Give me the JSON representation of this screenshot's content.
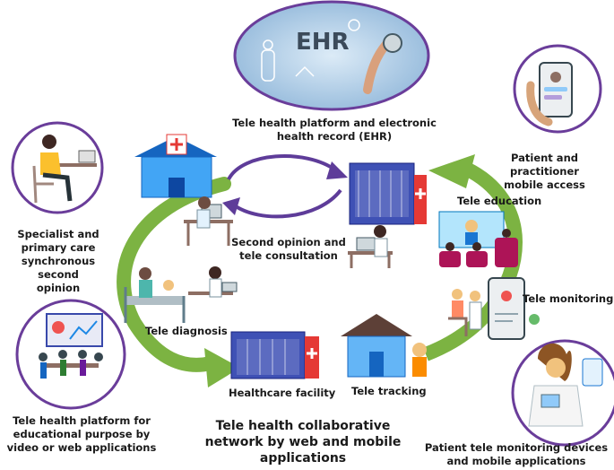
{
  "labels": {
    "ehr_badge": "EHR",
    "ehr_platform": [
      "Tele health platform and electronic",
      "health record (EHR)"
    ],
    "mobile_access": [
      "Patient and practitioner",
      "mobile access"
    ],
    "specialist": [
      "Specialist and",
      "primary care",
      "synchronous second",
      "opinion"
    ],
    "tele_education": "Tele education",
    "second_opinion": [
      "Second opinion and",
      "tele consultation"
    ],
    "tele_diagnosis": "Tele diagnosis",
    "tele_monitoring": "Tele monitoring",
    "healthcare_facility": "Healthcare facility",
    "tele_tracking": "Tele tracking",
    "educational_platform": [
      "Tele health platform for",
      "educational purpose by",
      "video or web applications"
    ],
    "collaborative_network": [
      "Tele health collaborative",
      "network by web and mobile",
      "applications"
    ],
    "monitoring_devices": [
      "Patient tele monitoring devices",
      "and mobile applications"
    ]
  },
  "colors": {
    "ring_purple": "#6a3d9a",
    "ring_green": "#6aa84f",
    "arrow_green": "#7cb342",
    "arrow_purple": "#5e3c99",
    "hospital_blue": "#3f51b5",
    "hospital_red": "#e53935"
  }
}
